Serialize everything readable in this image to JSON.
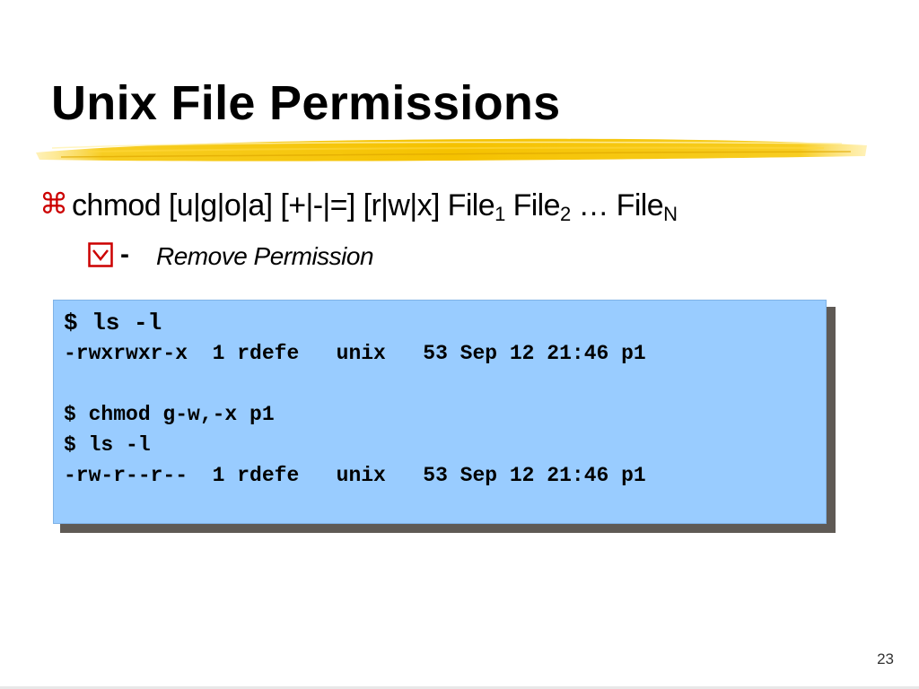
{
  "slide": {
    "title": "Unix File Permissions",
    "page_number": "23"
  },
  "bullet1": {
    "marker_icon": "command-key-icon",
    "text_main": "chmod [u|g|o|a] [+|-|=] [r|w|x] File",
    "sub1": "1",
    "file2": " File",
    "sub2": "2",
    "ellipsis_file": " … File",
    "subN": "N"
  },
  "bullet2": {
    "marker_icon": "checkbox-icon",
    "symbol": "-",
    "description": "Remove Permission"
  },
  "terminal": {
    "lines": [
      "$ ls -l",
      "-rwxrwxr-x  1 rdefe   unix   53 Sep 12 21:46 p1",
      "",
      "$ chmod g-w,-x p1",
      "$ ls -l",
      "-rw-r--r--  1 rdefe   unix   53 Sep 12 21:46 p1"
    ]
  },
  "colors": {
    "terminal_bg": "#99ccff",
    "terminal_shadow": "#5f5a55",
    "highlight": "#f5c400",
    "bullet_red": "#cc0000"
  }
}
